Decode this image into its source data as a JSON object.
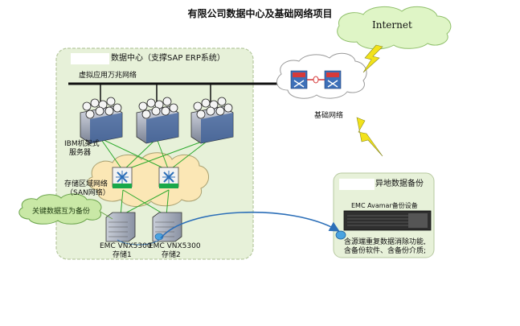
{
  "title": "有限公司数据中心及基础网络项目",
  "datacenter": {
    "label": "数据中心（支撑SAP ERP系统）",
    "lan_label": "虚拟应用万兆网络",
    "server_label_line1": "IBM机架式",
    "server_label_line2": "服务器",
    "san_label_line1": "存储区域网络",
    "san_label_line2": "（SAN网络）",
    "mirror_label": "关键数据互为备份",
    "storage1_line1": "EMC VNX5300",
    "storage1_line2": "存储1",
    "storage2_line1": "EMC VNX5300",
    "storage2_line2": "存储2"
  },
  "internet": {
    "label": "Internet"
  },
  "core_network": {
    "label": "基础网络"
  },
  "remote_backup": {
    "label": "异地数据备份",
    "device_label": "EMC Avamar备份设备",
    "description_line1": "含源端重复数据消除功能,",
    "description_line2": "含备份软件、含备份介质;"
  },
  "colors": {
    "panel_fill": "#e7f1d9",
    "panel_border": "#b7c9a0",
    "cloud_fill": "#fbe7b5",
    "link_green": "#2faa2f",
    "link_blue": "#2c6fb8",
    "lightning": "#f2e21b"
  },
  "icons": [
    "server-rack-icon",
    "fc-switch-icon",
    "storage-array-icon",
    "router-icon",
    "avamar-appliance-icon",
    "lightning-bolt-icon",
    "cloud-icon",
    "arrow-icon"
  ]
}
